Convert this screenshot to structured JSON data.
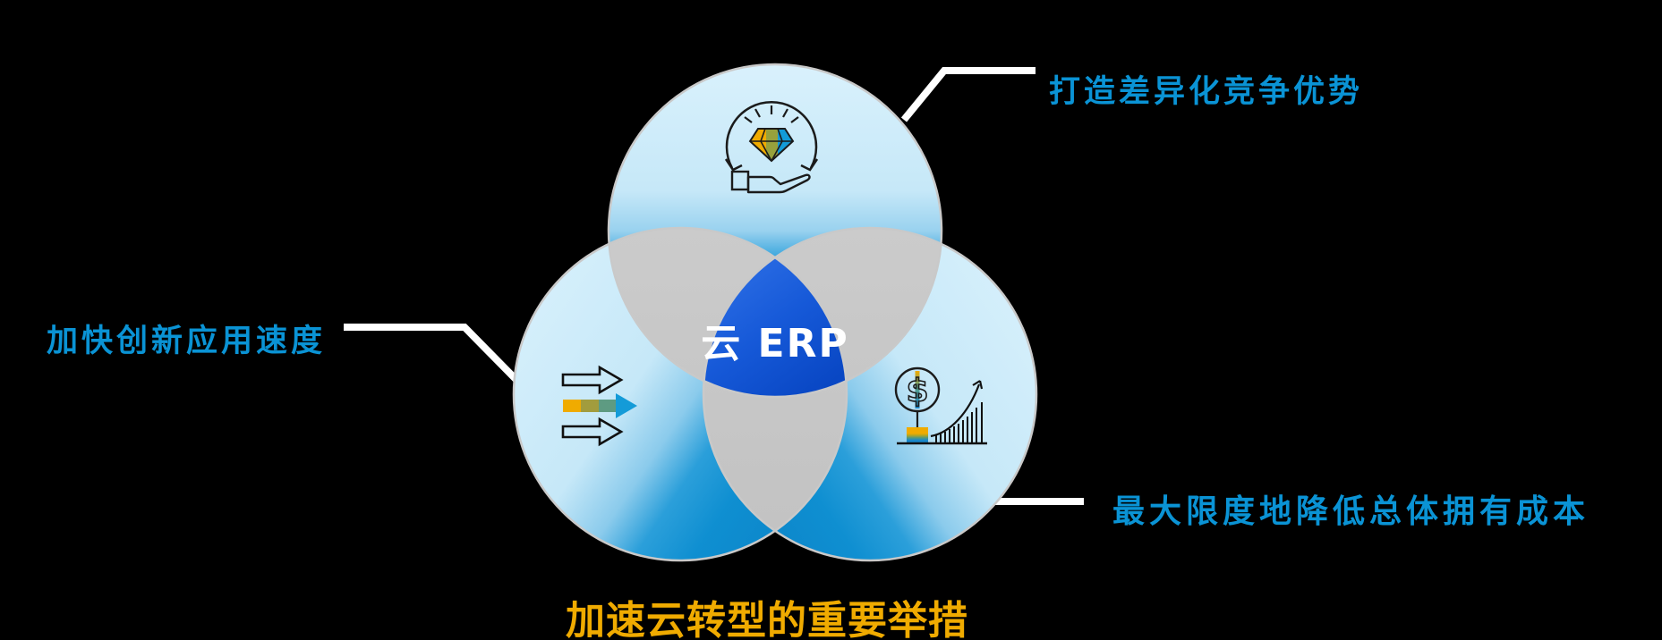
{
  "diagram": {
    "center_label": "云 ERP",
    "title": "加速云转型的重要举措",
    "labels": {
      "top_right": "打造差异化竞争优势",
      "left": "加快创新应用速度",
      "bottom_right": "最大限度地降低总体拥有成本"
    },
    "icons": {
      "top_circle": "diamond-in-hand-icon",
      "left_circle": "triple-arrows-icon",
      "right_circle": "dollar-growth-chart-icon",
      "dollar_glyph": "$"
    },
    "colors": {
      "background": "#000000",
      "label_text_blue": "#0A93D5",
      "title_gold": "#F0AB00",
      "circle_light_blue": "#D9F1FC",
      "circle_deep_blue": "#0B85C9",
      "overlap_gray": "#C6C6C6",
      "center_region_blue_top": "#3273E8",
      "center_region_blue_bottom": "#0947C4",
      "connector_white": "#FFFFFF",
      "accent_gold": "#F0AB00",
      "accent_olive": "#A29C3D",
      "accent_teal": "#5E9B82",
      "accent_blue": "#149BD8"
    }
  }
}
